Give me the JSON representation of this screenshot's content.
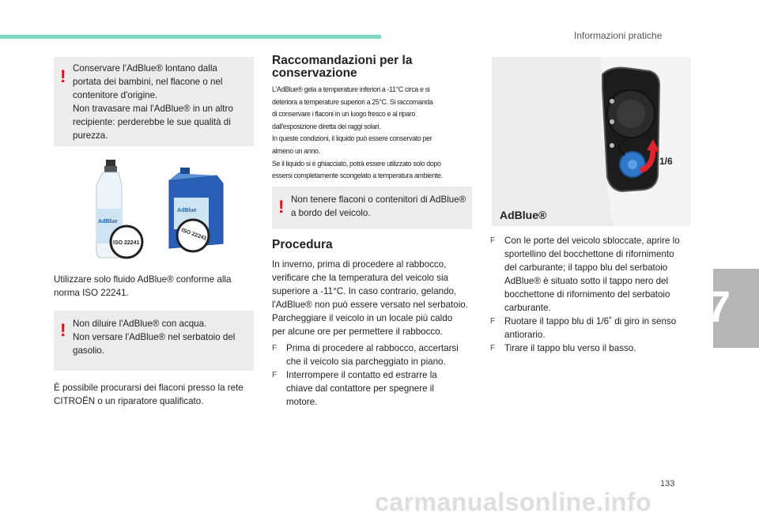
{
  "header": {
    "section_title": "Informazioni pratiche"
  },
  "chapter": {
    "number": "7"
  },
  "page": {
    "number": "133"
  },
  "watermark": {
    "text": "carmanualsonline.info"
  },
  "left_column": {
    "warning1": {
      "line1": "Conservare l'AdBlue® lontano dalla",
      "line2": "portata dei bambini, nel flacone o nel",
      "line3": "contenitore d'origine.",
      "line4": "Non travasare mai l'AdBlue® in un altro",
      "line5": "recipiente: perderebbe le sue qualità di",
      "line6": "purezza."
    },
    "image": {
      "label_bottle": "ISO 22241",
      "label_canister": "ISO 22241",
      "brand_bottle": "AdBlue",
      "brand_canister": "AdBlue"
    },
    "norm_text": {
      "line1": "Utilizzare solo fluido AdBlue® conforme alla",
      "line2": "norma ISO 22241."
    },
    "warning2": {
      "line1": "Non diluire l'AdBlue® con acqua.",
      "line2": "Non versare l'AdBlue® nel serbatoio del",
      "line3": "gasolio."
    },
    "purchase_text": {
      "line1": "È possibile procurarsi dei flaconi presso la rete",
      "line2": "CITROËN o un riparatore qualificato."
    }
  },
  "middle_column": {
    "storage": {
      "heading_line1": "Raccomandazioni per la",
      "heading_line2": "conservazione",
      "lines": [
        "L'AdBlue® gela a temperature inferiori a -11°C circa e si",
        "deteriora a temperature superiori a 25°C. Si raccomanda",
        "di conservare i flaconi in un luogo fresco e al riparo",
        "dall'esposizione diretta dei raggi solari.",
        "In queste condizioni, il liquido può essere conservato per",
        "almeno un anno.",
        "Se il liquido si è ghiacciato, potrà essere utilizzato solo dopo",
        "essersi completamente scongelato a temperatura ambiente."
      ]
    },
    "warning3": {
      "line1": "Non tenere flaconi o contenitori di AdBlue®",
      "line2": "a bordo del veicolo."
    },
    "procedure": {
      "heading": "Procedura",
      "para_lines": [
        "In inverno, prima di procedere al rabbocco,",
        "verificare che la temperatura del veicolo sia",
        "superiore a -11°C. In caso contrario, gelando,",
        "l'AdBlue® non può essere versato nel serbatoio.",
        "Parcheggiare il veicolo in un locale più caldo",
        "per alcune ore per permettere il rabbocco."
      ],
      "step1_lines": [
        "Prima di procedere al rabbocco, accertarsi",
        "che il veicolo sia parcheggiato in piano."
      ],
      "step2_lines": [
        "Interrompere il contatto ed estrarre la",
        "chiave dal contattore per spegnere il",
        "motore."
      ],
      "bullet": "F"
    }
  },
  "right_column": {
    "image": {
      "rotation_label": "1/6",
      "caption": "AdBlue®"
    },
    "steps": {
      "bullet": "F",
      "step1_lines": [
        "Con le porte del veicolo sbloccate, aprire lo",
        "sportellino del bocchettone di rifornimento",
        "del carburante; il tappo blu del serbatoio",
        "AdBlue® è situato sotto il tappo nero del",
        "bocchettone di rifornimento del serbatoio",
        "carburante."
      ],
      "step2_lines": [
        "Ruotare il tappo blu di 1/6˚ di giro in senso",
        "antiorario."
      ],
      "step3_lines": [
        "Tirare il tappo blu verso il basso."
      ]
    }
  },
  "colors": {
    "accent_bar": "#7dd8c6",
    "warning_mark": "#e20f1c",
    "box_background": "#ececec",
    "chapter_tab": "#b6b6b6",
    "arrow": "#e0242e"
  }
}
